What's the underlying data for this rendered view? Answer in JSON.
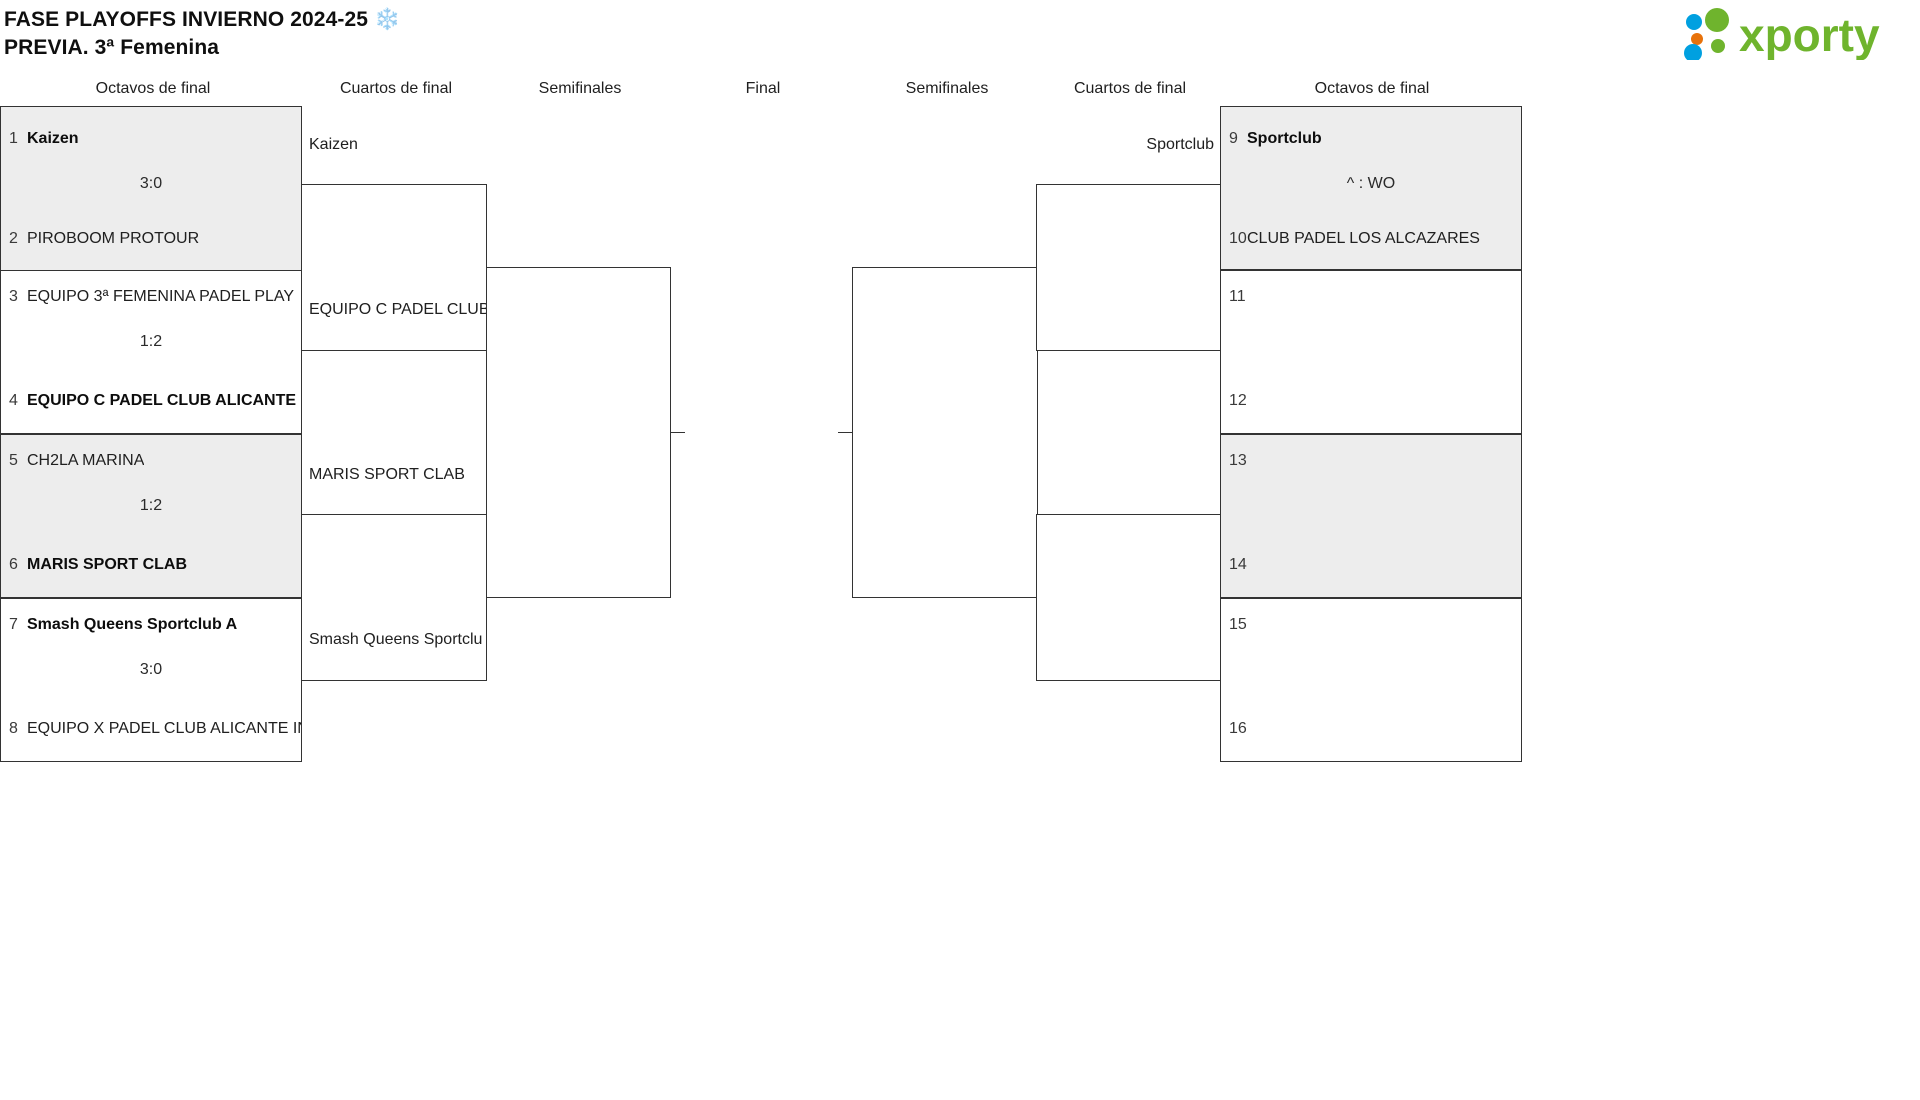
{
  "header": {
    "title_line1": "FASE PLAYOFFS INVIERNO 2024-25 ❄️",
    "title_line2": "PREVIA. 3ª Femenina",
    "logo_text": "xporty",
    "logo_colors": {
      "green": "#6fb42d",
      "blue": "#00a0e0",
      "orange": "#e8720b"
    }
  },
  "round_headers": {
    "left_r16": "Octavos de final",
    "left_qf": "Cuartos de final",
    "left_sf": "Semifinales",
    "final": "Final",
    "right_sf": "Semifinales",
    "right_qf": "Cuartos de final",
    "right_r16": "Octavos de final"
  },
  "left_r16": [
    {
      "score": "3:0",
      "top": {
        "seed": "1",
        "team": "Kaizen",
        "winner": true
      },
      "bottom": {
        "seed": "2",
        "team": "PIROBOOM PROTOUR",
        "winner": false
      }
    },
    {
      "score": "1:2",
      "top": {
        "seed": "3",
        "team": "EQUIPO 3ª FEMENINA PADEL PLAY",
        "winner": false
      },
      "bottom": {
        "seed": "4",
        "team": "EQUIPO C PADEL CLUB ALICANTE IN",
        "winner": true
      }
    },
    {
      "score": "1:2",
      "top": {
        "seed": "5",
        "team": "CH2LA MARINA",
        "winner": false
      },
      "bottom": {
        "seed": "6",
        "team": "MARIS SPORT CLAB",
        "winner": true
      }
    },
    {
      "score": "3:0",
      "top": {
        "seed": "7",
        "team": "Smash Queens Sportclub A",
        "winner": true
      },
      "bottom": {
        "seed": "8",
        "team": "EQUIPO X PADEL CLUB ALICANTE IN",
        "winner": false
      }
    }
  ],
  "right_r16": [
    {
      "score": "^ : WO",
      "top": {
        "seed": "9",
        "team": "Sportclub",
        "winner": true
      },
      "bottom": {
        "seed": "10",
        "team": "CLUB PADEL LOS ALCAZARES",
        "winner": false
      }
    },
    {
      "score": "",
      "top": {
        "seed": "11",
        "team": "",
        "winner": false
      },
      "bottom": {
        "seed": "12",
        "team": "",
        "winner": false
      }
    },
    {
      "score": "",
      "top": {
        "seed": "13",
        "team": "",
        "winner": false
      },
      "bottom": {
        "seed": "14",
        "team": "",
        "winner": false
      }
    },
    {
      "score": "",
      "top": {
        "seed": "15",
        "team": "",
        "winner": false
      },
      "bottom": {
        "seed": "16",
        "team": "",
        "winner": false
      }
    }
  ],
  "left_qf_labels": [
    "Kaizen",
    "EQUIPO C PADEL CLUB",
    "MARIS SPORT CLAB",
    "Smash Queens Sportclu"
  ],
  "right_qf_labels": [
    "Sportclub",
    "",
    "",
    ""
  ]
}
